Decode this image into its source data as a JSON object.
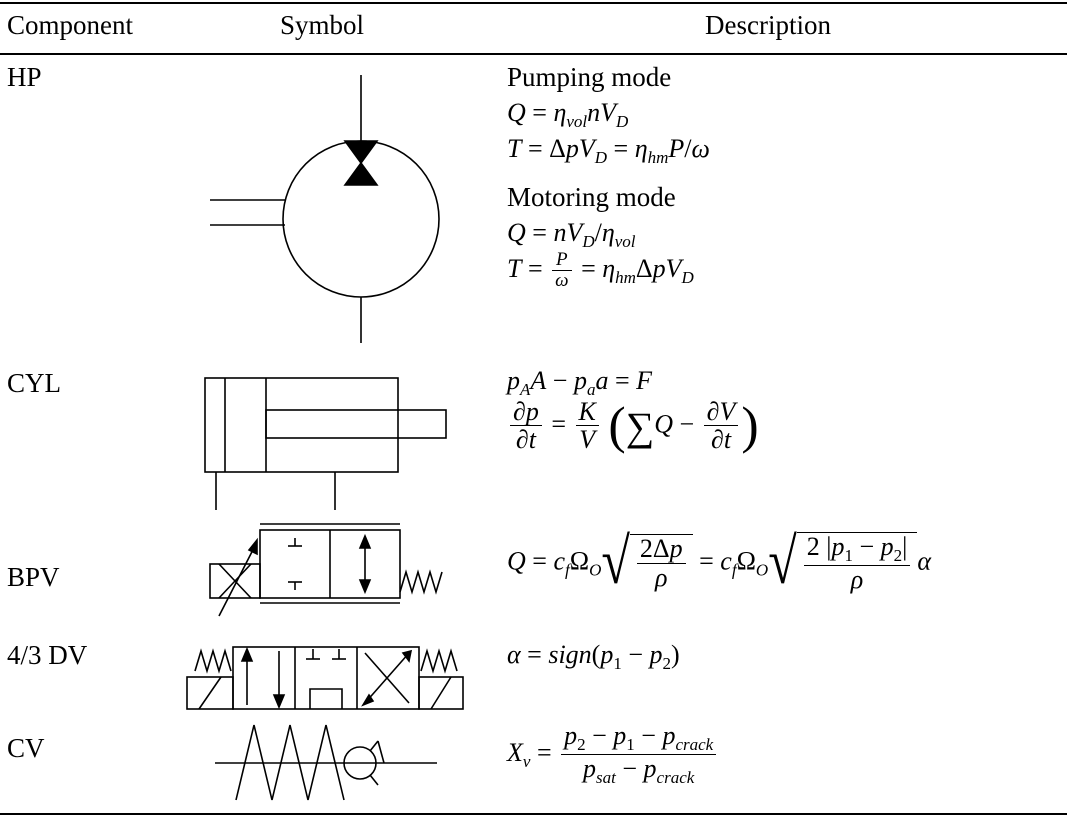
{
  "table": {
    "headers": {
      "component": "Component",
      "symbol": "Symbol",
      "description": "Description"
    },
    "rows": {
      "hp": {
        "component": "HP",
        "pumping_label": "Pumping mode",
        "motoring_label": "Motoring mode"
      },
      "cyl": {
        "component": "CYL"
      },
      "bpv": {
        "component": "BPV"
      },
      "dv": {
        "component": "4/3 DV"
      },
      "cv": {
        "component": "CV"
      }
    }
  }
}
